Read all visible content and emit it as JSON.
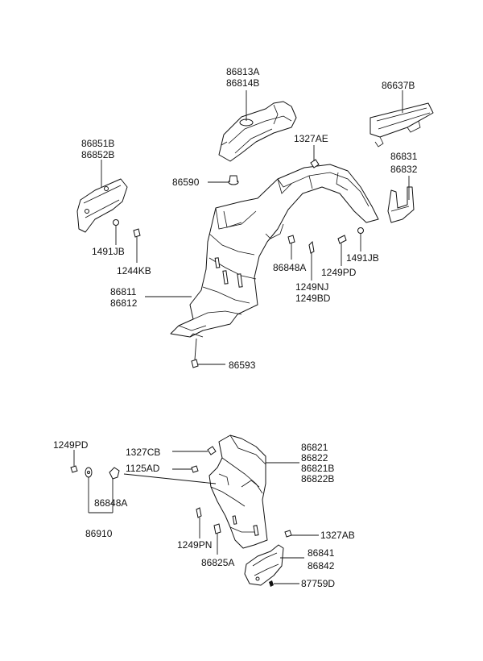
{
  "diagram": {
    "labels": {
      "p86813A": "86813A",
      "p86814B": "86814B",
      "p86637B": "86637B",
      "p86851B": "86851B",
      "p86852B": "86852B",
      "p1327AE": "1327AE",
      "p86831": "86831",
      "p86832": "86832",
      "p86590": "86590",
      "p1491JB_l": "1491JB",
      "p1244KB": "1244KB",
      "p1491JB_r": "1491JB",
      "p1249PD_top": "1249PD",
      "p86848A_top": "86848A",
      "p1249NJ": "1249NJ",
      "p1249BD": "1249BD",
      "p86811": "86811",
      "p86812": "86812",
      "p86593": "86593",
      "p1249PD_bot": "1249PD",
      "p1327CB": "1327CB",
      "p1125AD": "1125AD",
      "p86821": "86821",
      "p86822": "86822",
      "p86821B": "86821B",
      "p86822B": "86822B",
      "p86848A_bot": "86848A",
      "p86910": "86910",
      "p1327AB": "1327AB",
      "p1249PN": "1249PN",
      "p86841": "86841",
      "p86842": "86842",
      "p86825A": "86825A",
      "p87759D": "87759D"
    }
  }
}
